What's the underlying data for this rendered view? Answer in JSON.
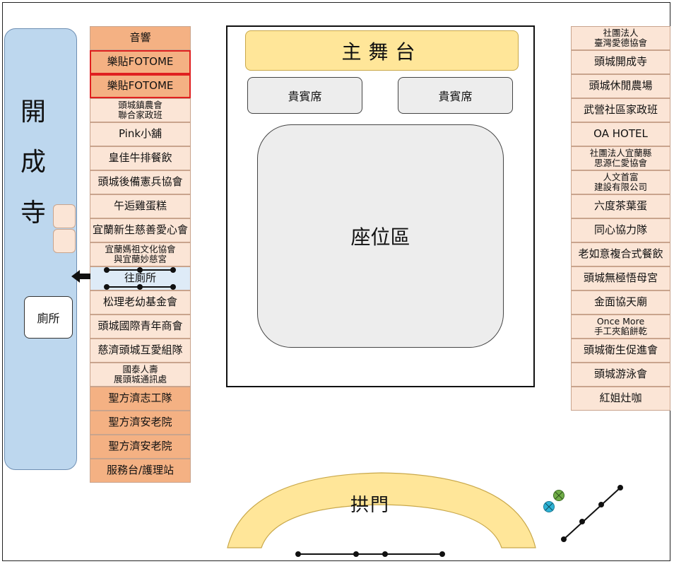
{
  "temple": {
    "chars": [
      "開",
      "成",
      "寺"
    ]
  },
  "toilet_label": "廁所",
  "left_booths": [
    {
      "label": "音響",
      "style": "dark"
    },
    {
      "label": "樂貼FOTOME",
      "style": "dark-red"
    },
    {
      "label": "樂貼FOTOME",
      "style": "dark-red"
    },
    {
      "label": "頭城鎮農會\n聯合家政班",
      "style": "light"
    },
    {
      "label": "Pink小舖",
      "style": "light"
    },
    {
      "label": "皇佳牛排餐飲",
      "style": "light"
    },
    {
      "label": "頭城後備憲兵協會",
      "style": "light"
    },
    {
      "label": "午逅雞蛋糕",
      "style": "light"
    },
    {
      "label": "宜蘭新生慈善愛心會",
      "style": "light"
    },
    {
      "label": "宜蘭媽祖文化協會\n與宜蘭妙慈宮",
      "style": "light"
    },
    {
      "label": "往廁所",
      "style": "blue"
    },
    {
      "label": "松理老幼基金會",
      "style": "light"
    },
    {
      "label": "頭城國際青年商會",
      "style": "light"
    },
    {
      "label": "慈濟頭城互愛組隊",
      "style": "light"
    },
    {
      "label": "國泰人壽\n展頭城通訊處",
      "style": "light"
    },
    {
      "label": "聖方濟志工隊",
      "style": "dark"
    },
    {
      "label": "聖方濟安老院",
      "style": "dark"
    },
    {
      "label": "聖方濟安老院",
      "style": "dark"
    },
    {
      "label": "服務台/護理站",
      "style": "dark"
    }
  ],
  "right_booths": [
    {
      "label": "社團法人\n臺灣愛德協會"
    },
    {
      "label": "頭城開成寺"
    },
    {
      "label": "頭城休閒農場"
    },
    {
      "label": "武營社區家政班"
    },
    {
      "label": "OA HOTEL"
    },
    {
      "label": "社團法人宜蘭縣\n思源仁愛協會"
    },
    {
      "label": "人文首富\n建設有限公司"
    },
    {
      "label": "六度茶葉蛋"
    },
    {
      "label": "同心協力隊"
    },
    {
      "label": "老如意複合式餐飲"
    },
    {
      "label": "頭城無極悟母宮"
    },
    {
      "label": "金面協天廟"
    },
    {
      "label": "Once More\n手工夾餡餅乾"
    },
    {
      "label": "頭城衛生促進會"
    },
    {
      "label": "頭城游泳會"
    },
    {
      "label": "紅姐灶咖"
    }
  ],
  "main_stage_label": "主舞台",
  "vip_left_label": "貴賓席",
  "vip_right_label": "貴賓席",
  "seating_label": "座位區",
  "arch_label": "拱門",
  "colors": {
    "temple_fill": "#bdd7ee",
    "booth_light": "#fbe5d6",
    "booth_dark": "#f4b183",
    "booth_highlight_border": "#e02020",
    "toilet_path_fill": "#deebf7",
    "stage_fill": "#ffe699",
    "vip_fill": "#ededed",
    "arch_fill": "#ffe699"
  }
}
